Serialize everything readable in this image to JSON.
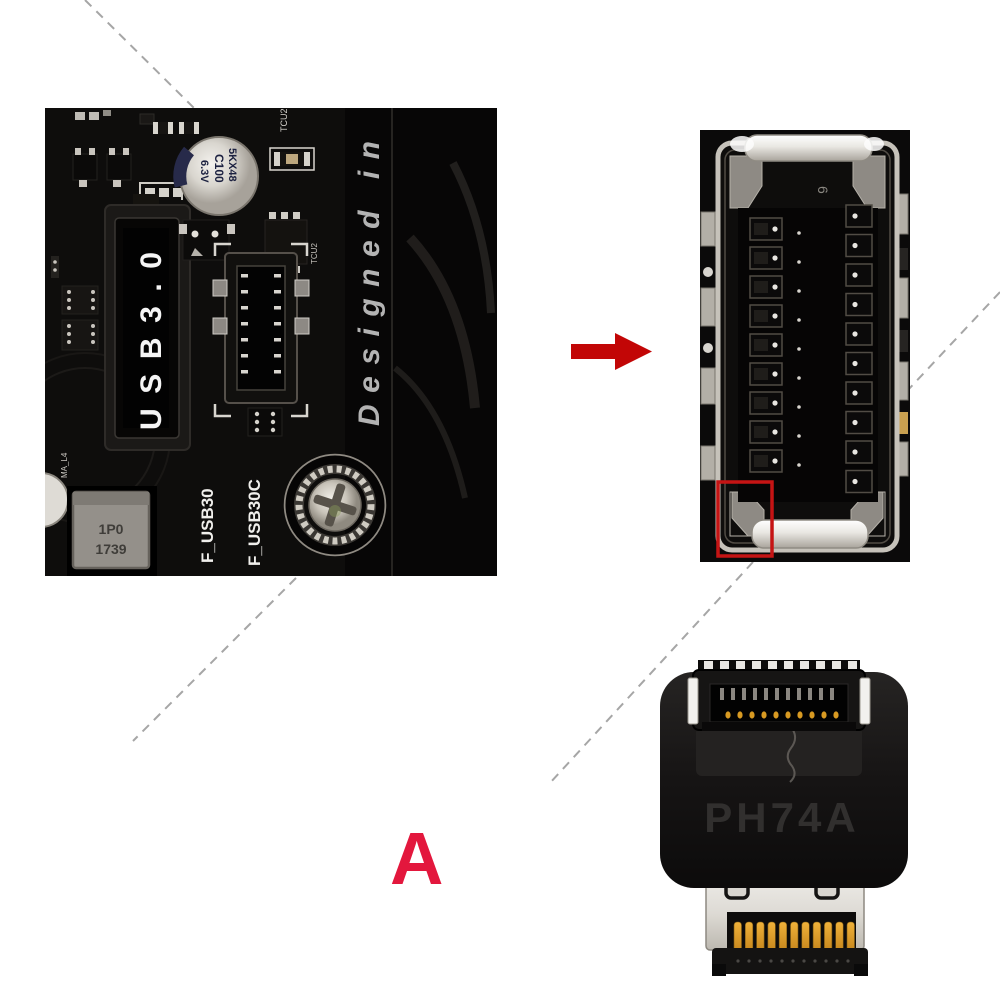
{
  "page": {
    "background": "#ffffff"
  },
  "colors": {
    "arrow_red": "#c20606",
    "highlight_red": "#c51414",
    "letter_red": "#e3173d",
    "callout_gray": "#a6a6a6",
    "pcb_black": "#0e0d0c",
    "silkscreen_white": "#f0efec",
    "gold": "#d89a22"
  },
  "mobo_photo": {
    "port_label": "USB3.0",
    "silkscreen_label_1": "F_USB30",
    "silkscreen_label_2": "F_USB30C",
    "designed_in_label": "Designed in",
    "capacitor": {
      "line1": "5KX48",
      "line2": "C100",
      "line3": "6.3V"
    },
    "inductor": {
      "line1": "1P0",
      "line2": "1739"
    },
    "ic_label_top": "TCU2",
    "ic_label_side": "TCU2",
    "edge_label": "MA_L4"
  },
  "closeup_photo": {
    "marking": "6"
  },
  "adapter_photo": {
    "model": "PH74A"
  },
  "variant_letter": "A"
}
